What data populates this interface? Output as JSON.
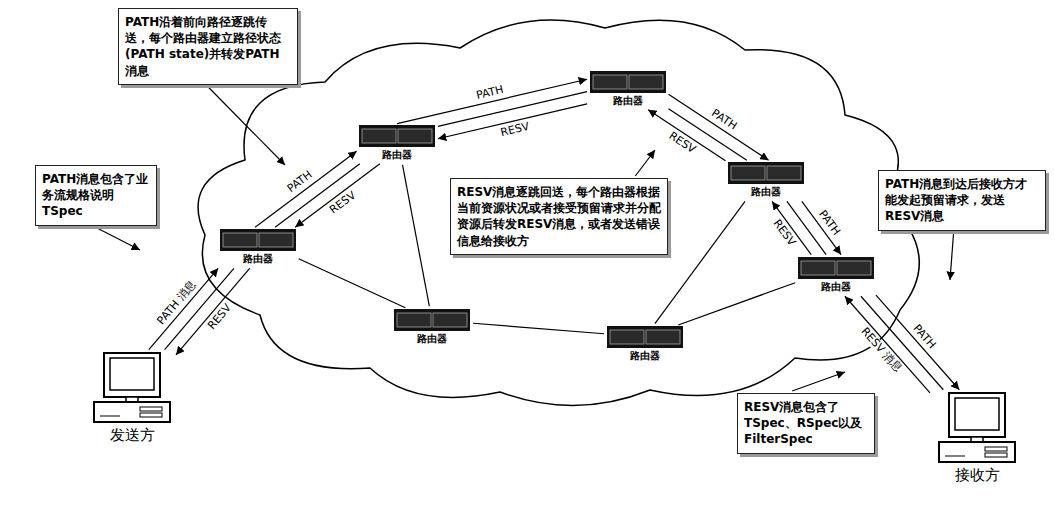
{
  "diagram": {
    "nodes": [
      {
        "text": [
          "PATH沿着前向路径逐跳传送，每个路由器建立路径状态(PATH state)并转发PATH消息"
        ]
      },
      {
        "text": [
          "PATH消息包含了业务流规格说明TSpec"
        ]
      },
      {
        "text": [
          "路由器"
        ]
      },
      {
        "text": [
          "路由器"
        ]
      },
      {
        "text": [
          "路由器"
        ]
      },
      {
        "text": [
          "RESV消息逐跳回送，每个路由器根据当前资源状况或者接受预留请求并分配资源后转发RESV消息，或者发送错误信息给接收方"
        ]
      },
      {
        "text": [
          "路由器"
        ]
      },
      {
        "text": [
          "PATH消息到达后接收方才能发起预留请求，发送RESV消息"
        ]
      },
      {
        "text": [
          "路由器"
        ]
      },
      {
        "text": [
          "路由器"
        ]
      },
      {
        "text": [
          "路由器"
        ]
      },
      {
        "text": [
          "发送方"
        ]
      },
      {
        "text": [
          "RESV消息包含了TSpec、RSpec以及FilterSpec"
        ]
      },
      {
        "text": [
          "接收方"
        ]
      }
    ],
    "edges": [
      {
        "from": 11,
        "to": 2,
        "arrow": "none"
      },
      {
        "from": 2,
        "to": 3,
        "arrow": "none"
      },
      {
        "from": 3,
        "to": 4,
        "arrow": "none"
      },
      {
        "from": 4,
        "to": 6,
        "arrow": "none"
      },
      {
        "from": 6,
        "to": 8,
        "arrow": "none"
      },
      {
        "from": 8,
        "to": 13,
        "arrow": "none"
      },
      {
        "from": 2,
        "to": 9,
        "arrow": "none"
      },
      {
        "from": 3,
        "to": 9,
        "arrow": "none"
      },
      {
        "from": 9,
        "to": 10,
        "arrow": "none"
      },
      {
        "from": 10,
        "to": 6,
        "arrow": "none"
      },
      {
        "from": 10,
        "to": 8,
        "arrow": "none"
      },
      {
        "from": 11,
        "to": 2,
        "label": "PATH 消息",
        "arrow": "to"
      },
      {
        "from": 2,
        "to": 11,
        "label": "RESV",
        "arrow": "to"
      },
      {
        "from": 2,
        "to": 3,
        "label": "PATH",
        "arrow": "to"
      },
      {
        "from": 3,
        "to": 2,
        "label": "RESV",
        "arrow": "to"
      },
      {
        "from": 3,
        "to": 4,
        "label": "PATH",
        "arrow": "to"
      },
      {
        "from": 4,
        "to": 3,
        "label": "RESV",
        "arrow": "to"
      },
      {
        "from": 4,
        "to": 6,
        "label": "PATH",
        "arrow": "to"
      },
      {
        "from": 6,
        "to": 4,
        "label": "RESV",
        "arrow": "to"
      },
      {
        "from": 6,
        "to": 8,
        "label": "PATH",
        "arrow": "to"
      },
      {
        "from": 8,
        "to": 6,
        "label": "RESV",
        "arrow": "to"
      },
      {
        "from": 8,
        "to": 13,
        "label": "PATH",
        "arrow": "to"
      },
      {
        "from": 13,
        "to": 8,
        "label": "RESV 消息",
        "arrow": "to"
      }
    ]
  }
}
